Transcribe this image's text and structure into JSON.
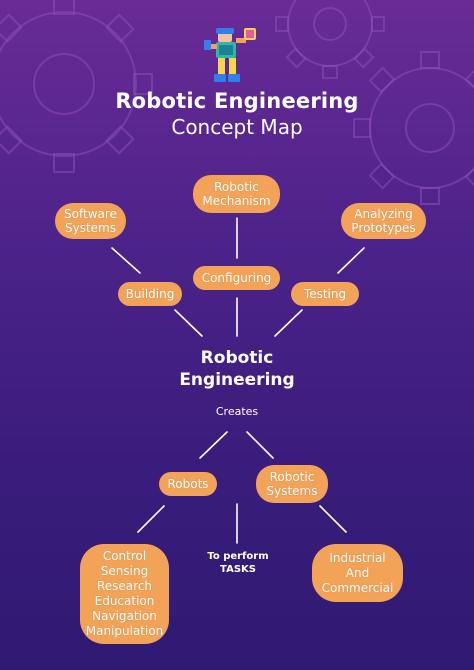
{
  "title": {
    "main": "Robotic Engineering",
    "sub": "Concept Map"
  },
  "center": {
    "label": "Robotic\nEngineering"
  },
  "nodes": {
    "robotic_mechanism": "Robotic\nMechanism",
    "software_systems": "Software\nSystems",
    "analyzing_prototypes": "Analyzing\nPrototypes",
    "configuring": "Configuring",
    "building": "Building",
    "testing": "Testing",
    "robots": "Robots",
    "robotic_systems": "Robotic\nSystems",
    "tasks_list": "Control\nSensing\nResearch\nEducation\nNavigation\nManipulation",
    "industrial_commercial": "Industrial\nAnd\nCommercial"
  },
  "link_labels": {
    "creates": "Creates",
    "to_perform": "To perform\nTASKS"
  },
  "colors": {
    "node_fill": "#f2a358",
    "background_top": "#6a2b96",
    "background_bottom": "#2f1a72",
    "line": "#ffffff"
  },
  "icons": {
    "illustration": "robot-illustration",
    "decoration": "gear-icon"
  }
}
